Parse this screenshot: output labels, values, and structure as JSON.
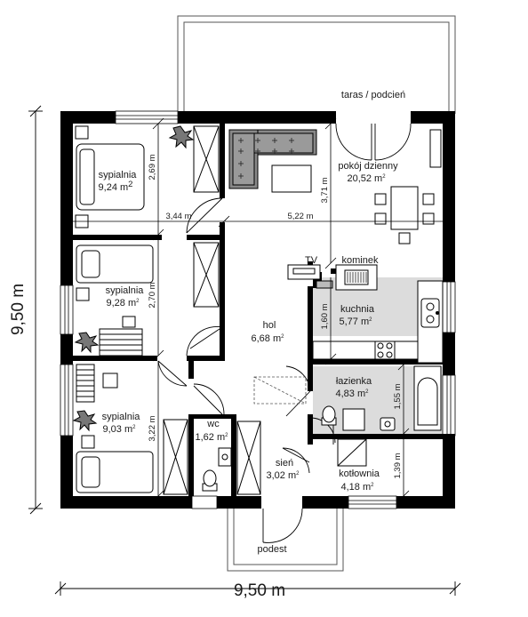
{
  "overall": {
    "width_label": "9,50 m",
    "height_label": "9,50 m"
  },
  "rooms": {
    "bedroom1": {
      "name": "sypialnia",
      "area": "9,24 m",
      "unit_sup": "2"
    },
    "bedroom2": {
      "name": "sypialnia",
      "area": "9,28 m",
      "unit_sup": "2"
    },
    "bedroom3": {
      "name": "sypialnia",
      "area": "9,03 m",
      "unit_sup": "2"
    },
    "living": {
      "name": "pokój dzienny",
      "area": "20,52 m",
      "unit_sup": "2"
    },
    "kitchen": {
      "name": "kuchnia",
      "area": "5,77 m",
      "unit_sup": "2"
    },
    "hall": {
      "name": "hol",
      "area": "6,68 m",
      "unit_sup": "2"
    },
    "bathroom": {
      "name": "łazienka",
      "area": "4,83 m",
      "unit_sup": "2"
    },
    "wc": {
      "name": "wc",
      "area": "1,62 m",
      "unit_sup": "2"
    },
    "vestibule": {
      "name": "sień",
      "area": "3,02 m",
      "unit_sup": "2"
    },
    "boiler": {
      "name": "kotłownia",
      "area": "4,18 m",
      "unit_sup": "2"
    }
  },
  "labels": {
    "terrace": "taras / podcień",
    "tv": "TV",
    "fireplace": "kominek",
    "landing": "podest"
  },
  "dimensions": {
    "d269": "2,69 m",
    "d344": "3,44 m",
    "d522": "5,22 m",
    "d371": "3,71 m",
    "d270": "2,70 m",
    "d160": "1,60 m",
    "d322": "3,22 m",
    "d155": "1,55 m",
    "d139": "1,39 m"
  },
  "icons": [
    "plant-icon",
    "sofa-icon",
    "bed-icon",
    "dining-table-icon",
    "bathtub-icon",
    "toilet-icon",
    "sink-icon",
    "stove-icon",
    "boiler-icon",
    "door-swing-icon",
    "window-icon"
  ]
}
